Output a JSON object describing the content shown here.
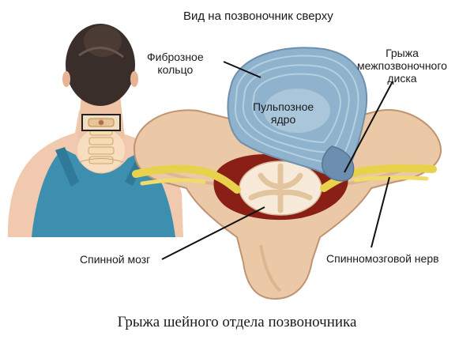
{
  "title": "Вид на позвоночник сверху",
  "caption": "Грыжа шейного отдела позвоночника",
  "labels": {
    "fibrous_ring": "Фиброзное\nкольцо",
    "nucleus_pulposus": "Пульпозное\nядро",
    "herniation": "Грыжа\nмежпозвоночного\nдиска",
    "spinal_cord": "Спинной мозг",
    "spinal_nerve": "Спинномозговой нерв"
  },
  "colors": {
    "bone": "#ecc9a6",
    "bone_outline": "#c09372",
    "disc_outer": "#8fb3cc",
    "disc_ring": "#6c90ae",
    "nerve": "#e8d24c",
    "canal": "#8a1f16",
    "cord": "#f7ead8",
    "skin": "#f0c9ae",
    "hair": "#3a2e2a",
    "tank": "#3d8fb0"
  }
}
